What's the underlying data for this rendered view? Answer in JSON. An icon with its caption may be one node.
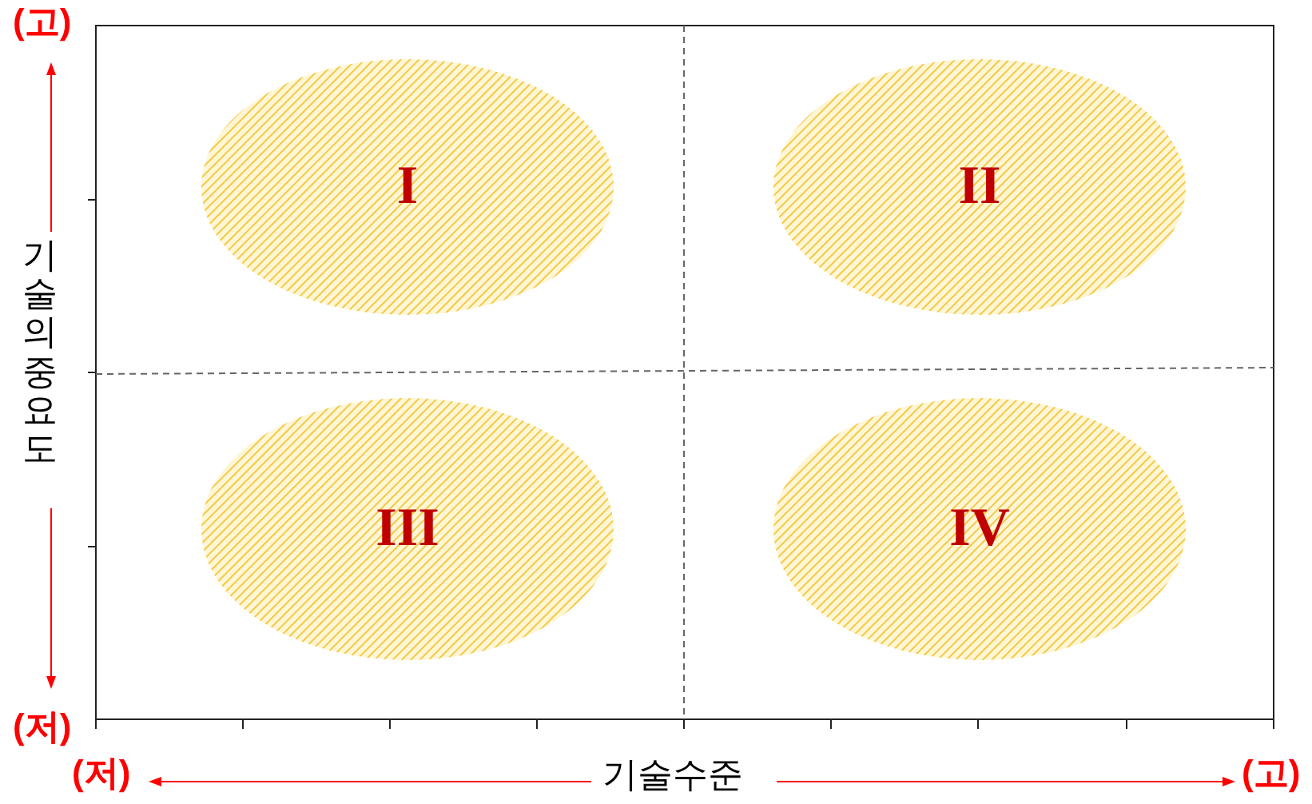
{
  "diagram": {
    "nodes": [
      {
        "text": [
          "I"
        ]
      },
      {
        "text": [
          "II"
        ]
      },
      {
        "text": [
          "III"
        ]
      },
      {
        "text": [
          "IV"
        ]
      }
    ],
    "edges": [],
    "labels": [
      "(고)",
      "기술의 중요도",
      "(저)",
      "(저)",
      "기술수준",
      "(고)"
    ]
  }
}
